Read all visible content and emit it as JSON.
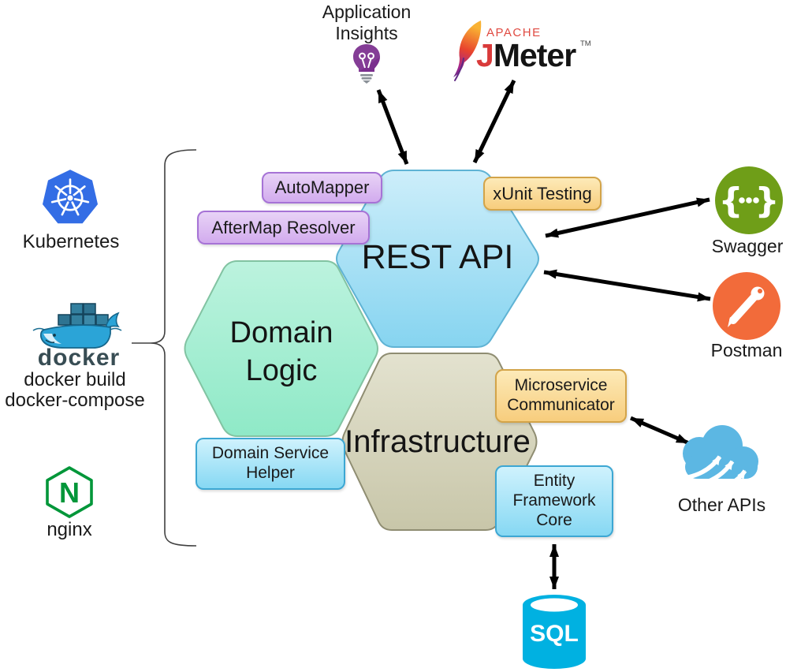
{
  "left_panel": {
    "kubernetes": {
      "label": "Kubernetes"
    },
    "docker": {
      "wordmark": "docker",
      "line1": "docker build",
      "line2": "docker-compose"
    },
    "nginx": {
      "label": "nginx",
      "glyph": "N"
    }
  },
  "top": {
    "app_insights": {
      "label": "Application Insights"
    },
    "jmeter": {
      "apache": "APACHE",
      "j": "J",
      "meter": "Meter",
      "tm": "TM"
    }
  },
  "hexagons": {
    "rest_api": "REST API",
    "domain_logic": "Domain Logic",
    "infrastructure": "Infrastructure"
  },
  "badges": {
    "automapper": "AutoMapper",
    "aftermap_resolver": "AfterMap Resolver",
    "xunit_testing": "xUnit Testing",
    "microservice_communicator": "Microservice Communicator",
    "domain_service_helper": "Domain Service Helper",
    "entity_framework_core": "Entity Framework Core"
  },
  "right_panel": {
    "swagger": {
      "label": "Swagger",
      "glyph": "{  }"
    },
    "postman": {
      "label": "Postman"
    },
    "other_apis": {
      "label": "Other APIs"
    }
  },
  "database": {
    "label": "SQL"
  },
  "colors": {
    "rest_api_fill_top": "#cdeefa",
    "rest_api_fill_bottom": "#86d4f0",
    "rest_api_border": "#5fb3d4",
    "domain_fill_top": "#bcf3de",
    "domain_fill_bottom": "#8fe9c7",
    "domain_border": "#82c3a2",
    "infrastructure_fill_top": "#e3e2cf",
    "infrastructure_fill_bottom": "#c8c6a9",
    "infrastructure_border": "#8f8d72",
    "purple_badge_border": "#a673d6",
    "gold_badge_border": "#d3a449",
    "blue_badge_border": "#3da7d3",
    "kubernetes_blue": "#336de5",
    "docker_blue": "#2ba4d7",
    "nginx_green": "#009639",
    "swagger_green": "#6f9e18",
    "postman_orange": "#f26b3a",
    "cloud_blue": "#5cb7e3",
    "sql_cyan": "#00b1e1",
    "app_insights_purple": "#7b2f8e",
    "jmeter_red": "#d93a3a",
    "arrow_black": "#000000"
  }
}
